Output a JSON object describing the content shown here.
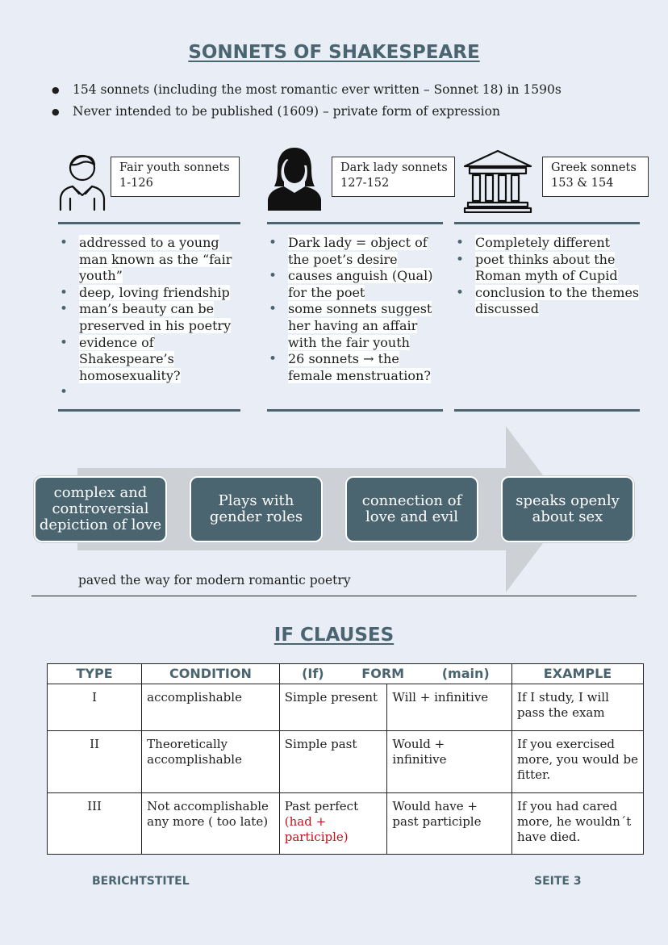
{
  "title": "SONNETS OF SHAKESPEARE",
  "intro": [
    "154 sonnets (including the most romantic ever written – Sonnet 18) in 1590s",
    "Never intended to be published (1609) – private form of expression"
  ],
  "columns": [
    {
      "icon": "young-man-icon",
      "label_lines": [
        "Fair youth sonnets",
        "1-126"
      ],
      "bullets": [
        [
          "addressed to a young",
          "man known as the “fair",
          "youth”"
        ],
        [
          "deep, loving friendship"
        ],
        [
          "man’s beauty can be",
          "preserved in his poetry"
        ],
        [
          "evidence of",
          "Shakespeare’s",
          "homosexuality?"
        ],
        [
          ""
        ]
      ]
    },
    {
      "icon": "woman-icon",
      "label_lines": [
        "Dark lady sonnets",
        "127-152"
      ],
      "bullets": [
        [
          "Dark lady = object of",
          "the poet’s desire"
        ],
        [
          "causes anguish (Qual)",
          "for the poet"
        ],
        [
          "some sonnets suggest",
          "her having an affair",
          "with the fair youth"
        ],
        [
          "26 sonnets → the",
          "female menstruation?"
        ]
      ]
    },
    {
      "icon": "greek-temple-icon",
      "label_lines": [
        "Greek sonnets",
        "153 & 154"
      ],
      "bullets": [
        [
          "Completely different"
        ],
        [
          "poet thinks about the",
          "Roman myth of Cupid"
        ],
        [
          "conclusion to the themes",
          "discussed"
        ]
      ]
    }
  ],
  "process": [
    [
      "complex and",
      "controversial",
      "depiction of love"
    ],
    [
      "Plays with",
      "gender roles"
    ],
    [
      "connection of",
      "love and evil"
    ],
    [
      "speaks openly",
      "about sex"
    ]
  ],
  "process_caption": "paved the way for modern romantic poetry",
  "if_title": "IF CLAUSES",
  "table": {
    "headers": {
      "type": "TYPE",
      "condition": "CONDITION",
      "form_if": "(If)",
      "form": "FORM",
      "form_main": "(main)",
      "example": "EXAMPLE"
    },
    "rows": [
      {
        "type": "I",
        "condition": [
          "accomplishable"
        ],
        "if_form": [
          "Simple present"
        ],
        "if_form_red": [],
        "main_form": [
          "Will + infinitive"
        ],
        "example": [
          "If I study, I will",
          "pass the exam"
        ]
      },
      {
        "type": "II",
        "condition": [
          "Theoretically",
          "accomplishable"
        ],
        "if_form": [
          "Simple past"
        ],
        "if_form_red": [],
        "main_form": [
          "Would +",
          "infinitive"
        ],
        "example": [
          "If you exercised",
          "more, you would be",
          "fitter."
        ]
      },
      {
        "type": "III",
        "condition": [
          "Not accomplishable",
          "any more ( too late)"
        ],
        "if_form": [
          "Past perfect"
        ],
        "if_form_red": [
          "(had +",
          "participle)"
        ],
        "main_form": [
          "Would have +",
          "past participle"
        ],
        "example": [
          "If you had cared",
          "more, he wouldn´t",
          "have died."
        ]
      }
    ]
  },
  "footer": {
    "left": "BERICHTSTITEL",
    "right": "SEITE 3"
  },
  "colors": {
    "accent": "#4a6470",
    "background": "#e9eef6",
    "highlight_red": "#c0131b"
  }
}
